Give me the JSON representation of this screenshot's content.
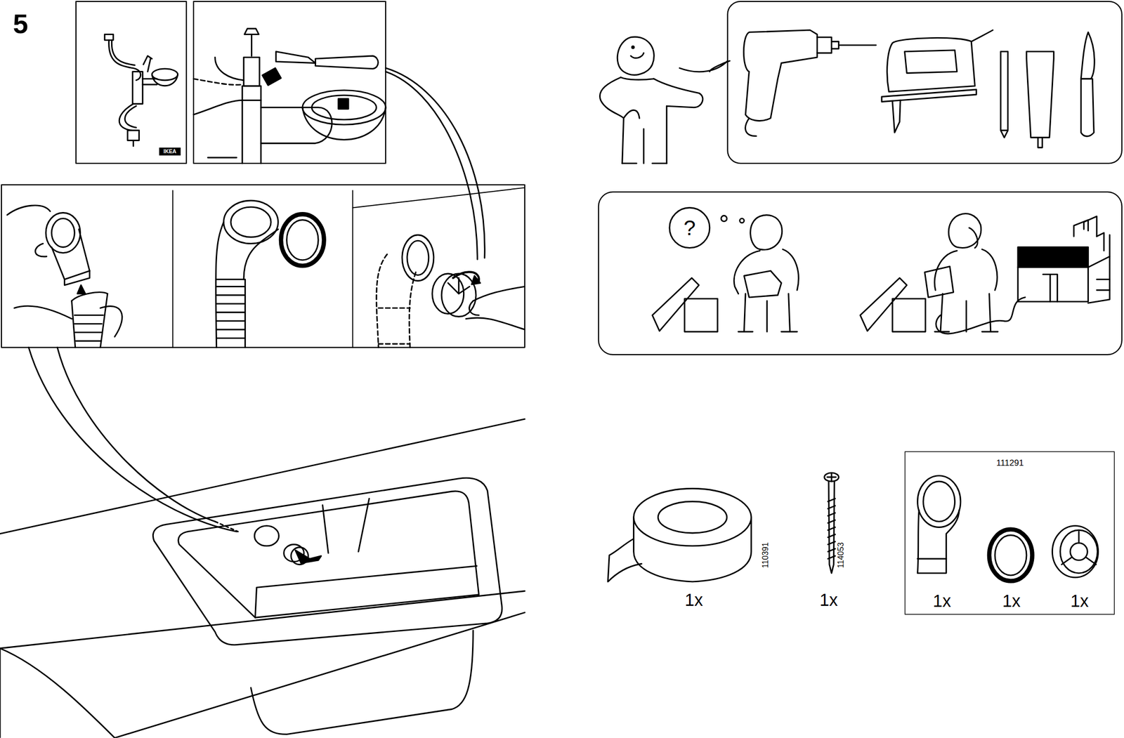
{
  "diagram": {
    "nodes": [
      {
        "text": [
          "111291",
          "1x",
          "1x",
          "1x"
        ]
      }
    ],
    "labels": [
      "5",
      "IKEA",
      "?",
      "IKEA",
      "1x",
      "110391",
      "1x",
      "114053"
    ]
  }
}
